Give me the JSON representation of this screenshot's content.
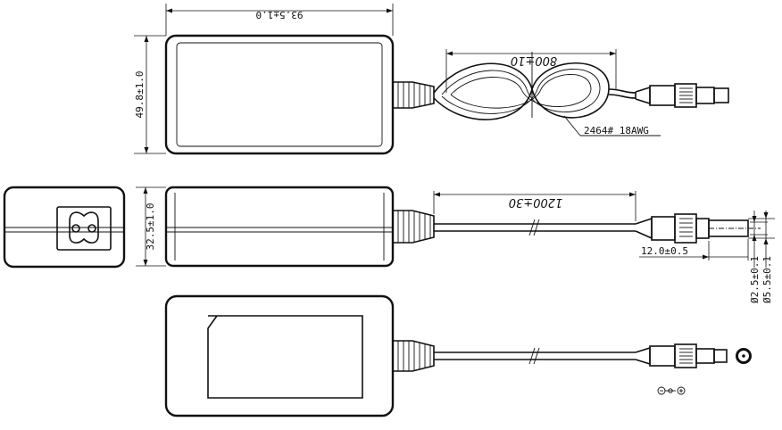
{
  "drawing": {
    "dimensions": {
      "length": "93.5±1.0",
      "width": "49.8±1.0",
      "height": "32.5±1.0",
      "cable_loop": "800±10",
      "cable_length": "1200±30",
      "plug_length": "12.0±0.5",
      "inner_diameter": "Ø2.5±0.1",
      "outer_diameter": "Ø5.5±0.1"
    },
    "cable_spec": "2464# 18AWG"
  }
}
